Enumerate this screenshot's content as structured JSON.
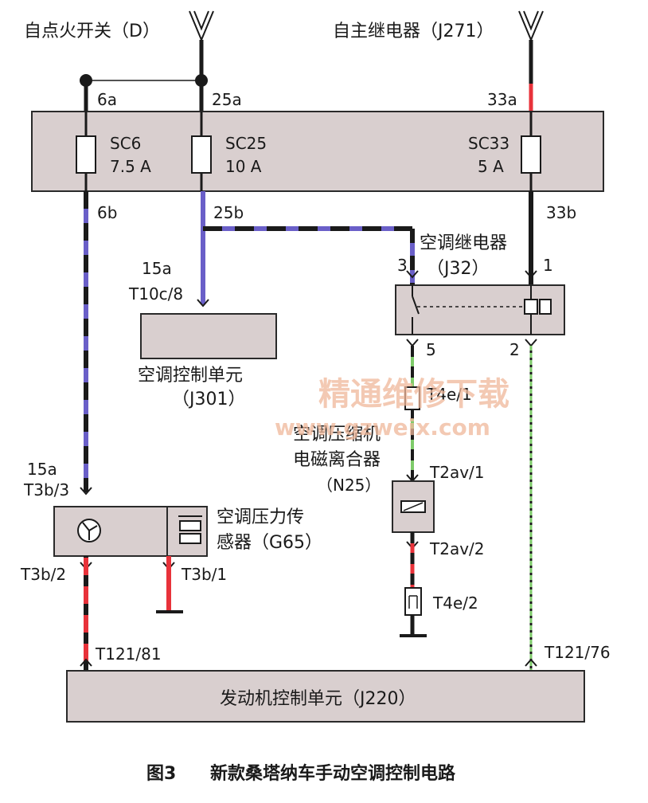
{
  "sources": {
    "ignition_switch": "自点火开关（D）",
    "main_relay": "自主继电器（J271）"
  },
  "fuse_box": {
    "fuses": [
      {
        "id": "SC6",
        "rating": "7.5 A",
        "in_pin": "6a",
        "out_pin": "6b"
      },
      {
        "id": "SC25",
        "rating": "10 A",
        "in_pin": "25a",
        "out_pin": "25b"
      },
      {
        "id": "SC33",
        "rating": "5 A",
        "in_pin": "33a",
        "out_pin": "33b"
      }
    ]
  },
  "ac_control_unit": {
    "pin_number": "15a",
    "pin_label": "T10c/8",
    "name": "空调控制单元",
    "code": "（J301）"
  },
  "ac_relay": {
    "name": "空调继电器",
    "code": "（J32）",
    "pins": {
      "p1": "1",
      "p2": "2",
      "p3": "3",
      "p5": "5"
    }
  },
  "compressor_clutch": {
    "name_line1": "空调压缩机",
    "name_line2": "电磁离合器",
    "code": "（N25）",
    "conn_top": "T4e/1",
    "pin_top": "T2av/1",
    "pin_bottom": "T2av/2",
    "conn_bottom": "T4e/2"
  },
  "pressure_sensor": {
    "pin_number": "15a",
    "pin_in": "T3b/3",
    "name_line1": "空调压力传",
    "name_line2": "感器（G65）",
    "pin_out": "T3b/2",
    "pin_ground": "T3b/1"
  },
  "ecu": {
    "name": "发动机控制单元（J220）",
    "pin_left": "T121/81",
    "pin_right": "T121/76"
  },
  "caption": {
    "figure_no": "图3",
    "title": "新款桑塔纳车手动空调控制电路"
  },
  "watermark": {
    "line1": "精通维修下载",
    "line2": "www.gzweix.com"
  },
  "colors": {
    "box_fill": "#d9cfcf",
    "wire_black": "#1a1a1a",
    "wire_blue": "#6a5fc8",
    "wire_red": "#e8323a",
    "wire_green": "#7ecb6a",
    "watermark": "#f0b89a"
  },
  "icons": {
    "source_arrow": "source-arrow-icon",
    "fuse": "fuse-icon",
    "connector": "connector-icon",
    "relay_switch": "relay-switch-icon",
    "relay_coil": "relay-coil-icon",
    "gauge": "gauge-icon",
    "coil": "coil-icon",
    "ground": "ground-icon",
    "junction": "junction-dot-icon"
  }
}
